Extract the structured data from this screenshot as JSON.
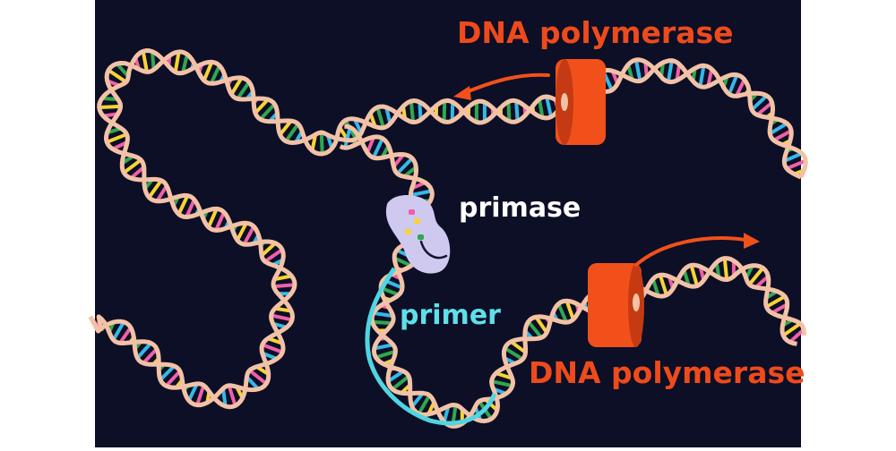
{
  "labels": {
    "polymerase_top": "DNA polymerase",
    "polymerase_bottom": "DNA polymerase",
    "primase": "primase",
    "primer": "primer"
  },
  "colors": {
    "background": "#0c0f26",
    "backbone": "#f3c2a6",
    "primer_strand": "#4fd6e0",
    "polymerase": "#f2501b",
    "polymerase_shade": "#c53a12",
    "primase": "#cfc9f0",
    "label_red": "#ee4a1c",
    "label_white": "#ffffff",
    "label_cyan": "#5ee0ea",
    "base_colors": [
      "#2fa84f",
      "#f7d433",
      "#f05fa8",
      "#35b8e8"
    ]
  }
}
